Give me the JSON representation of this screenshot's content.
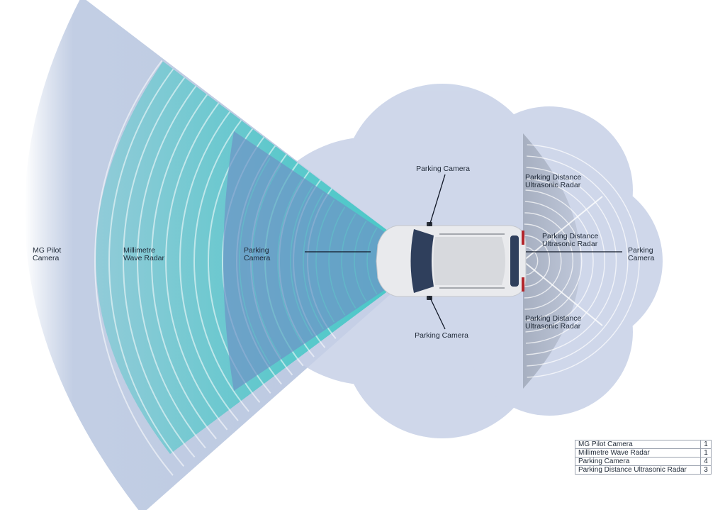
{
  "colors": {
    "pilot_cone": "#aebedb",
    "radar_cone": "#37c7c3",
    "parking_zone": "#c7d1e7",
    "front_camera": "#6e93c6",
    "ultrasonic_zone": "#8f98a8",
    "car_body": "#e9eaed",
    "car_glass": "#2f3f5c"
  },
  "labels": {
    "pilot_camera": "MG Pilot\nCamera",
    "mmwave_radar": "Millimetre\nWave Radar",
    "front_parking_camera": "Parking\nCamera",
    "top_parking_camera": "Parking Camera",
    "bottom_parking_camera": "Parking Camera",
    "rear_parking_camera": "Parking\nCamera",
    "ultrasonic_top": "Parking Distance\nUltrasonic Radar",
    "ultrasonic_middle": "Parking Distance\nUltrasonic Radar",
    "ultrasonic_bottom": "Parking Distance\nUltrasonic Radar"
  },
  "legend": [
    {
      "name": "MG Pilot Camera",
      "count": "1"
    },
    {
      "name": "Millimetre Wave Radar",
      "count": "1"
    },
    {
      "name": "Parking Camera",
      "count": "4"
    },
    {
      "name": "Parking Distance Ultrasonic Radar",
      "count": "3"
    }
  ]
}
